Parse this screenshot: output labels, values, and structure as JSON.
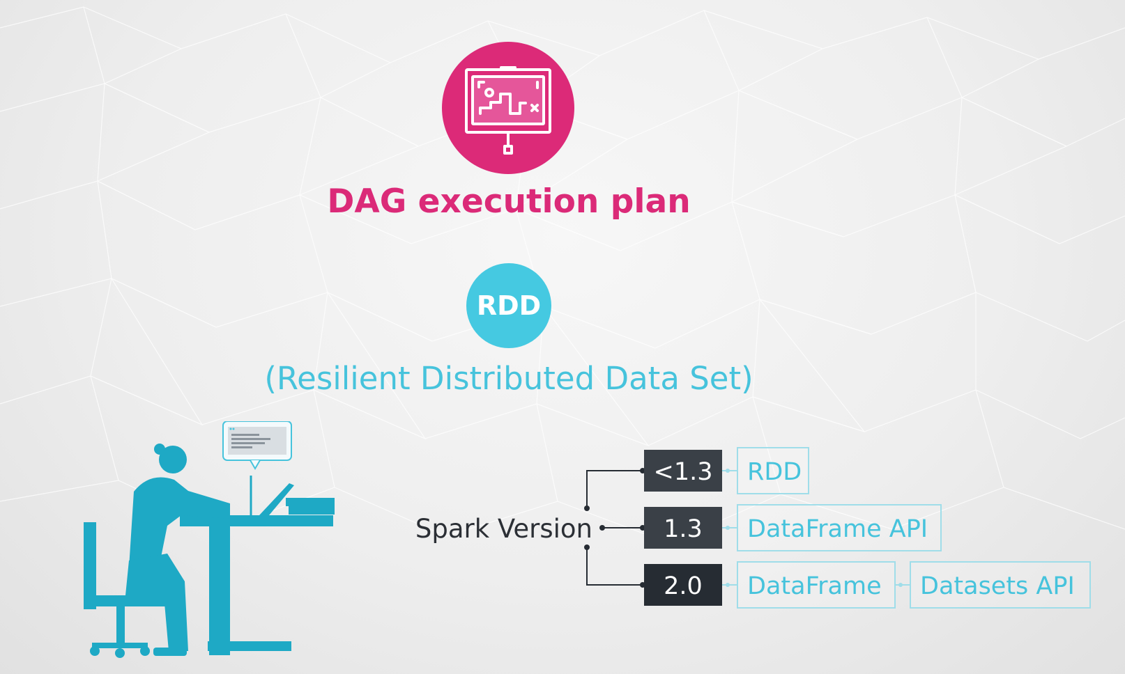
{
  "title": "DAG execution plan",
  "rdd_badge": "RDD",
  "rdd_full": "(Resilient Distributed Data Set)",
  "colors": {
    "pink": "#dc2a78",
    "cyan": "#46c3dc",
    "dark_box": "#3a4047",
    "darker_box": "#262c33",
    "text_dark": "#2b2f35"
  },
  "icons": {
    "plan": "presentation-board-route-icon",
    "person": "person-at-laptop-desk-icon",
    "bubble": "speech-bubble-code-icon"
  },
  "diagram": {
    "root": "Spark Version",
    "rows": [
      {
        "version": "<1.3",
        "items": [
          "RDD"
        ]
      },
      {
        "version": "1.3",
        "items": [
          "DataFrame API"
        ]
      },
      {
        "version": "2.0",
        "items": [
          "DataFrame",
          "Datasets API"
        ]
      }
    ]
  }
}
